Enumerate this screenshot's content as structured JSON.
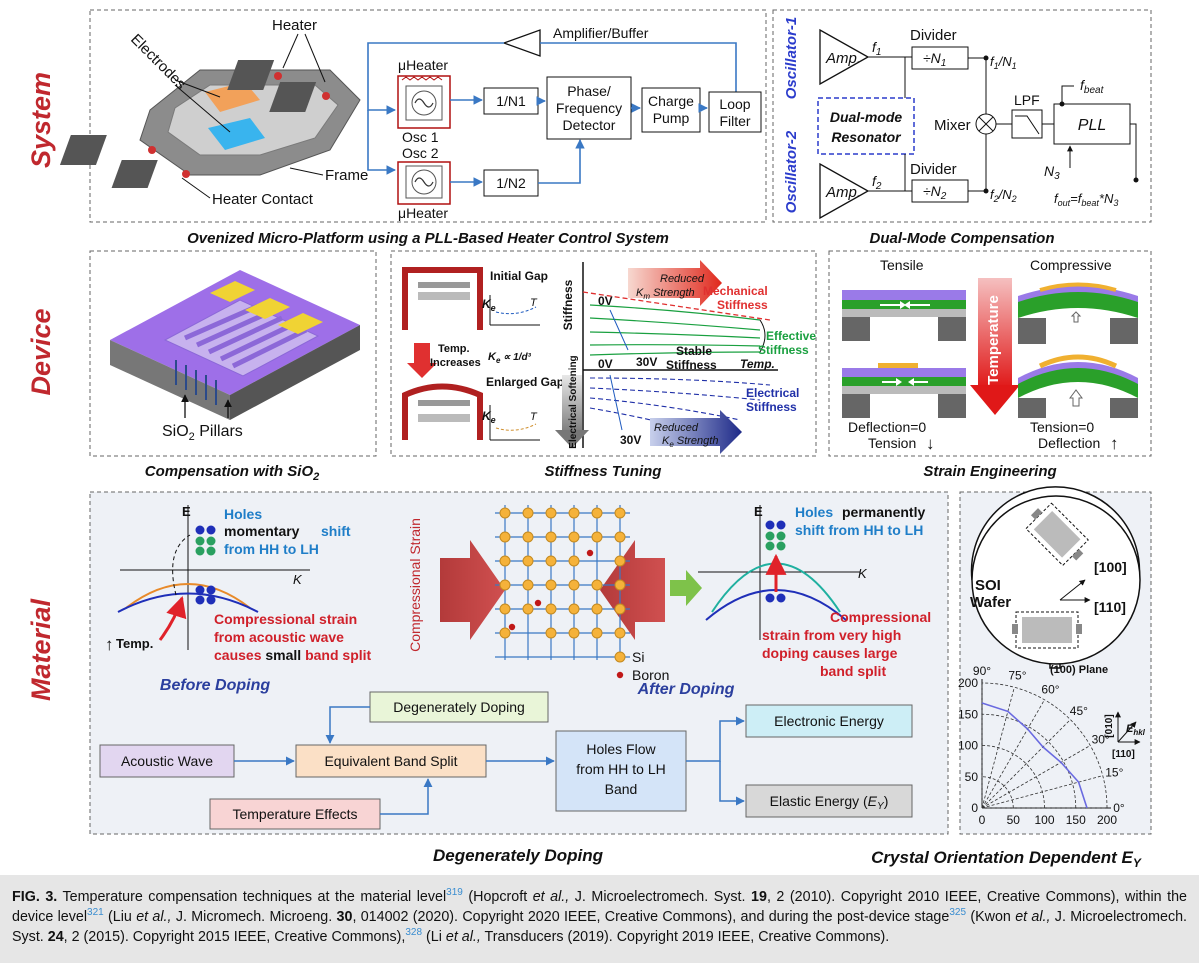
{
  "rows": {
    "system": "System",
    "device": "Device",
    "material": "Material"
  },
  "system_left": {
    "caption": "Ovenized Micro-Platform using a PLL-Based Heater Control System",
    "heater": "Heater",
    "electrodes": "Electrodes",
    "frame": "Frame",
    "heater_contact": "Heater Contact",
    "amplifier": "Amplifier/Buffer",
    "uheater_top": "μHeater",
    "uheater_bottom": "μHeater",
    "osc1": "Osc 1",
    "osc2": "Osc 2",
    "div1": "1/N1",
    "div2": "1/N2",
    "pfd_1": "Phase/",
    "pfd_2": "Frequency",
    "pfd_3": "Detector",
    "cp_1": "Charge",
    "cp_2": "Pump",
    "lf_1": "Loop",
    "lf_2": "Filter"
  },
  "system_right": {
    "caption": "Dual-Mode Compensation",
    "osc1": "Oscillator-1",
    "osc2": "Oscillator-2",
    "amp1": "Amp.",
    "amp2": "Amp.",
    "f1": "f",
    "f1_sub": "1",
    "f2": "f",
    "f2_sub": "2",
    "divider_top": "Divider",
    "divider_bottom": "Divider",
    "n1": "÷N",
    "n1_sub": "1",
    "n2": "÷N",
    "n2_sub": "2",
    "out1": "f",
    "out1_sub": "1",
    "out1_tail": "/N",
    "out1_tail_sub": "1",
    "out2": "f",
    "out2_sub": "2",
    "out2_tail": "/N",
    "out2_tail_sub": "2",
    "resonator_1": "Dual-mode",
    "resonator_2": "Resonator",
    "mixer": "Mixer",
    "lpf": "LPF",
    "pll": "PLL",
    "fbeat": "f",
    "fbeat_sub": "beat",
    "n3": "N",
    "n3_sub": "3",
    "fout": "f",
    "fout_sub": "out",
    "fout_mid": "=f",
    "fout_mid_sub": "beat",
    "fout_tail": "*N",
    "fout_tail_sub": "3"
  },
  "device": {
    "sio2_caption": "Compensation with SiO",
    "sio2_caption_sub": "2",
    "pillars": "SiO",
    "pillars_sub": "2",
    "pillars_tail": " Pillars",
    "stiffness_caption": "Stiffness Tuning",
    "initial_gap": "Initial Gap",
    "enlarged_gap": "Enlarged Gap",
    "temp_increases_1": "Temp.",
    "temp_increases_2": "Increases",
    "ke_relation": "K",
    "ke_relation_sub": "e",
    "ke_relation_tail": " ∝ 1/d³",
    "ke_top": "K",
    "ke_top_sub": "e",
    "ke_bottom": "K",
    "ke_bottom_sub": "e",
    "t_top": "T",
    "t_bottom": "T",
    "stiffness_axis": "Stiffness",
    "electrical_softening": "Electrical Softening",
    "reduced_km_1": "Reduced",
    "reduced_km_2": "K",
    "reduced_km_2_sub": "m",
    "reduced_km_3": " Strength",
    "reduced_ke_1": "Reduced",
    "reduced_ke_2": "K",
    "reduced_ke_2_sub": "e",
    "reduced_ke_3": " Strength",
    "mechanical_1": "Mechanical",
    "mechanical_2": "Stiffness",
    "effective_1": "Effective",
    "effective_2": "Stiffness",
    "stable_1": "Stable",
    "stable_2": "Stiffness",
    "electrical_1": "Electrical",
    "electrical_2": "Stiffness",
    "temp_axis": "Temp.",
    "v0_top": "0V",
    "v30_mid": "30V",
    "v0_mid": "0V",
    "v30_bottom": "30V",
    "strain_caption": "Strain Engineering",
    "tensile": "Tensile",
    "compressive": "Compressive",
    "temperature": "Temperature",
    "deflection_zero": "Deflection=0",
    "tension_down": "Tension",
    "tension_zero": "Tension=0",
    "deflection_up": "Deflection"
  },
  "material": {
    "caption_left": "Degenerately Doping",
    "caption_right": "Crystal Orientation Dependent E",
    "caption_right_sub": "Y",
    "e_left": "E",
    "k_left": "K",
    "holes_left_1": "Holes",
    "holes_left_2": "momentary",
    "holes_left_3": "shift",
    "holes_left_4": "from HH to LH",
    "temp_up": "Temp.",
    "strain_left_1": "Compressional strain",
    "strain_left_2": "from acoustic wave",
    "strain_left_3a": "causes ",
    "strain_left_3b": "small ",
    "strain_left_3c": "band split",
    "before_doping": "Before Doping",
    "compressional_strain": "Compressional Strain",
    "si": "Si",
    "boron": "Boron",
    "e_right": "E",
    "k_right": "K",
    "holes_right_1": "Holes",
    "holes_right_2": "permanently",
    "holes_right_3": "shift from HH to LH",
    "strain_right_1": "Compressional",
    "strain_right_2": "strain from very high",
    "strain_right_3": "doping causes large",
    "strain_right_4": "band split",
    "after_doping": "After Doping",
    "flow_acoustic": "Acoustic Wave",
    "flow_degenerate": "Degenerately Doping",
    "flow_band_split": "Equivalent Band Split",
    "flow_temperature": "Temperature Effects",
    "flow_holes_1": "Holes Flow",
    "flow_holes_2": "from HH to LH",
    "flow_holes_3": "Band",
    "flow_electronic": "Electronic Energy",
    "flow_elastic": "Elastic Energy (",
    "flow_elastic_e": "E",
    "flow_elastic_sub": "Y",
    "flow_elastic_close": ")",
    "soi_1": "SOI",
    "soi_2": "Wafer",
    "dir_100": "[100]",
    "dir_110": "[110]",
    "plane": "(100) Plane",
    "polar_angles": [
      "90°",
      "75°",
      "60°",
      "45°",
      "30°",
      "15°",
      "0°"
    ],
    "polar_y_ticks": [
      "200",
      "150",
      "100",
      "50",
      "0"
    ],
    "polar_x_ticks": [
      "0",
      "50",
      "100",
      "150",
      "200"
    ],
    "inset_010": "[010]",
    "inset_110": "[110]",
    "inset_ehkl": "E",
    "inset_ehkl_sub": "hkl"
  },
  "polar_chart_data": {
    "type": "line",
    "coords": "polar",
    "angles_deg": [
      0,
      15,
      30,
      45,
      60,
      75,
      90
    ],
    "radius": [
      168,
      160,
      146,
      138,
      146,
      160,
      168
    ],
    "rlim": [
      0,
      200
    ],
    "grid": true
  },
  "colors": {
    "row_label": "#c0282e",
    "blue_text": "#1f7ec8",
    "red_text": "#d0202a",
    "dark_blue_text": "#2b3f9e",
    "panel_bg": "#eef1f6"
  },
  "caption_text": {
    "fig": "FIG. 3.",
    "t1": " Temperature compensation techniques at the material level",
    "r1": "319",
    "t2": " (Hopcroft ",
    "etal1": "et al.,",
    "t3": " J. Microelectromech. Syst. ",
    "v1": "19",
    "t4": ", 2 (2010). Copyright 2010 IEEE, Creative Commons), within the device level",
    "r2": "321",
    "t5": " (Liu ",
    "etal2": "et al.,",
    "t6": " J. Micromech. Microeng. ",
    "v2": "30",
    "t7": ", 014002 (2020). Copyright 2020 IEEE, Creative Commons), and during the post-device stage",
    "r3": "325",
    "t8": " (Kwon ",
    "etal3": "et al.,",
    "t9": " J. Microelectromech. Syst. ",
    "v3": "24",
    "t10": ", 2 (2015). Copyright 2015 IEEE, Creative Commons),",
    "r4": "328",
    "t11": " (Li ",
    "etal4": "et al.,",
    "t12": " Transducers (2019). Copyright 2019 IEEE, Creative Commons)."
  }
}
